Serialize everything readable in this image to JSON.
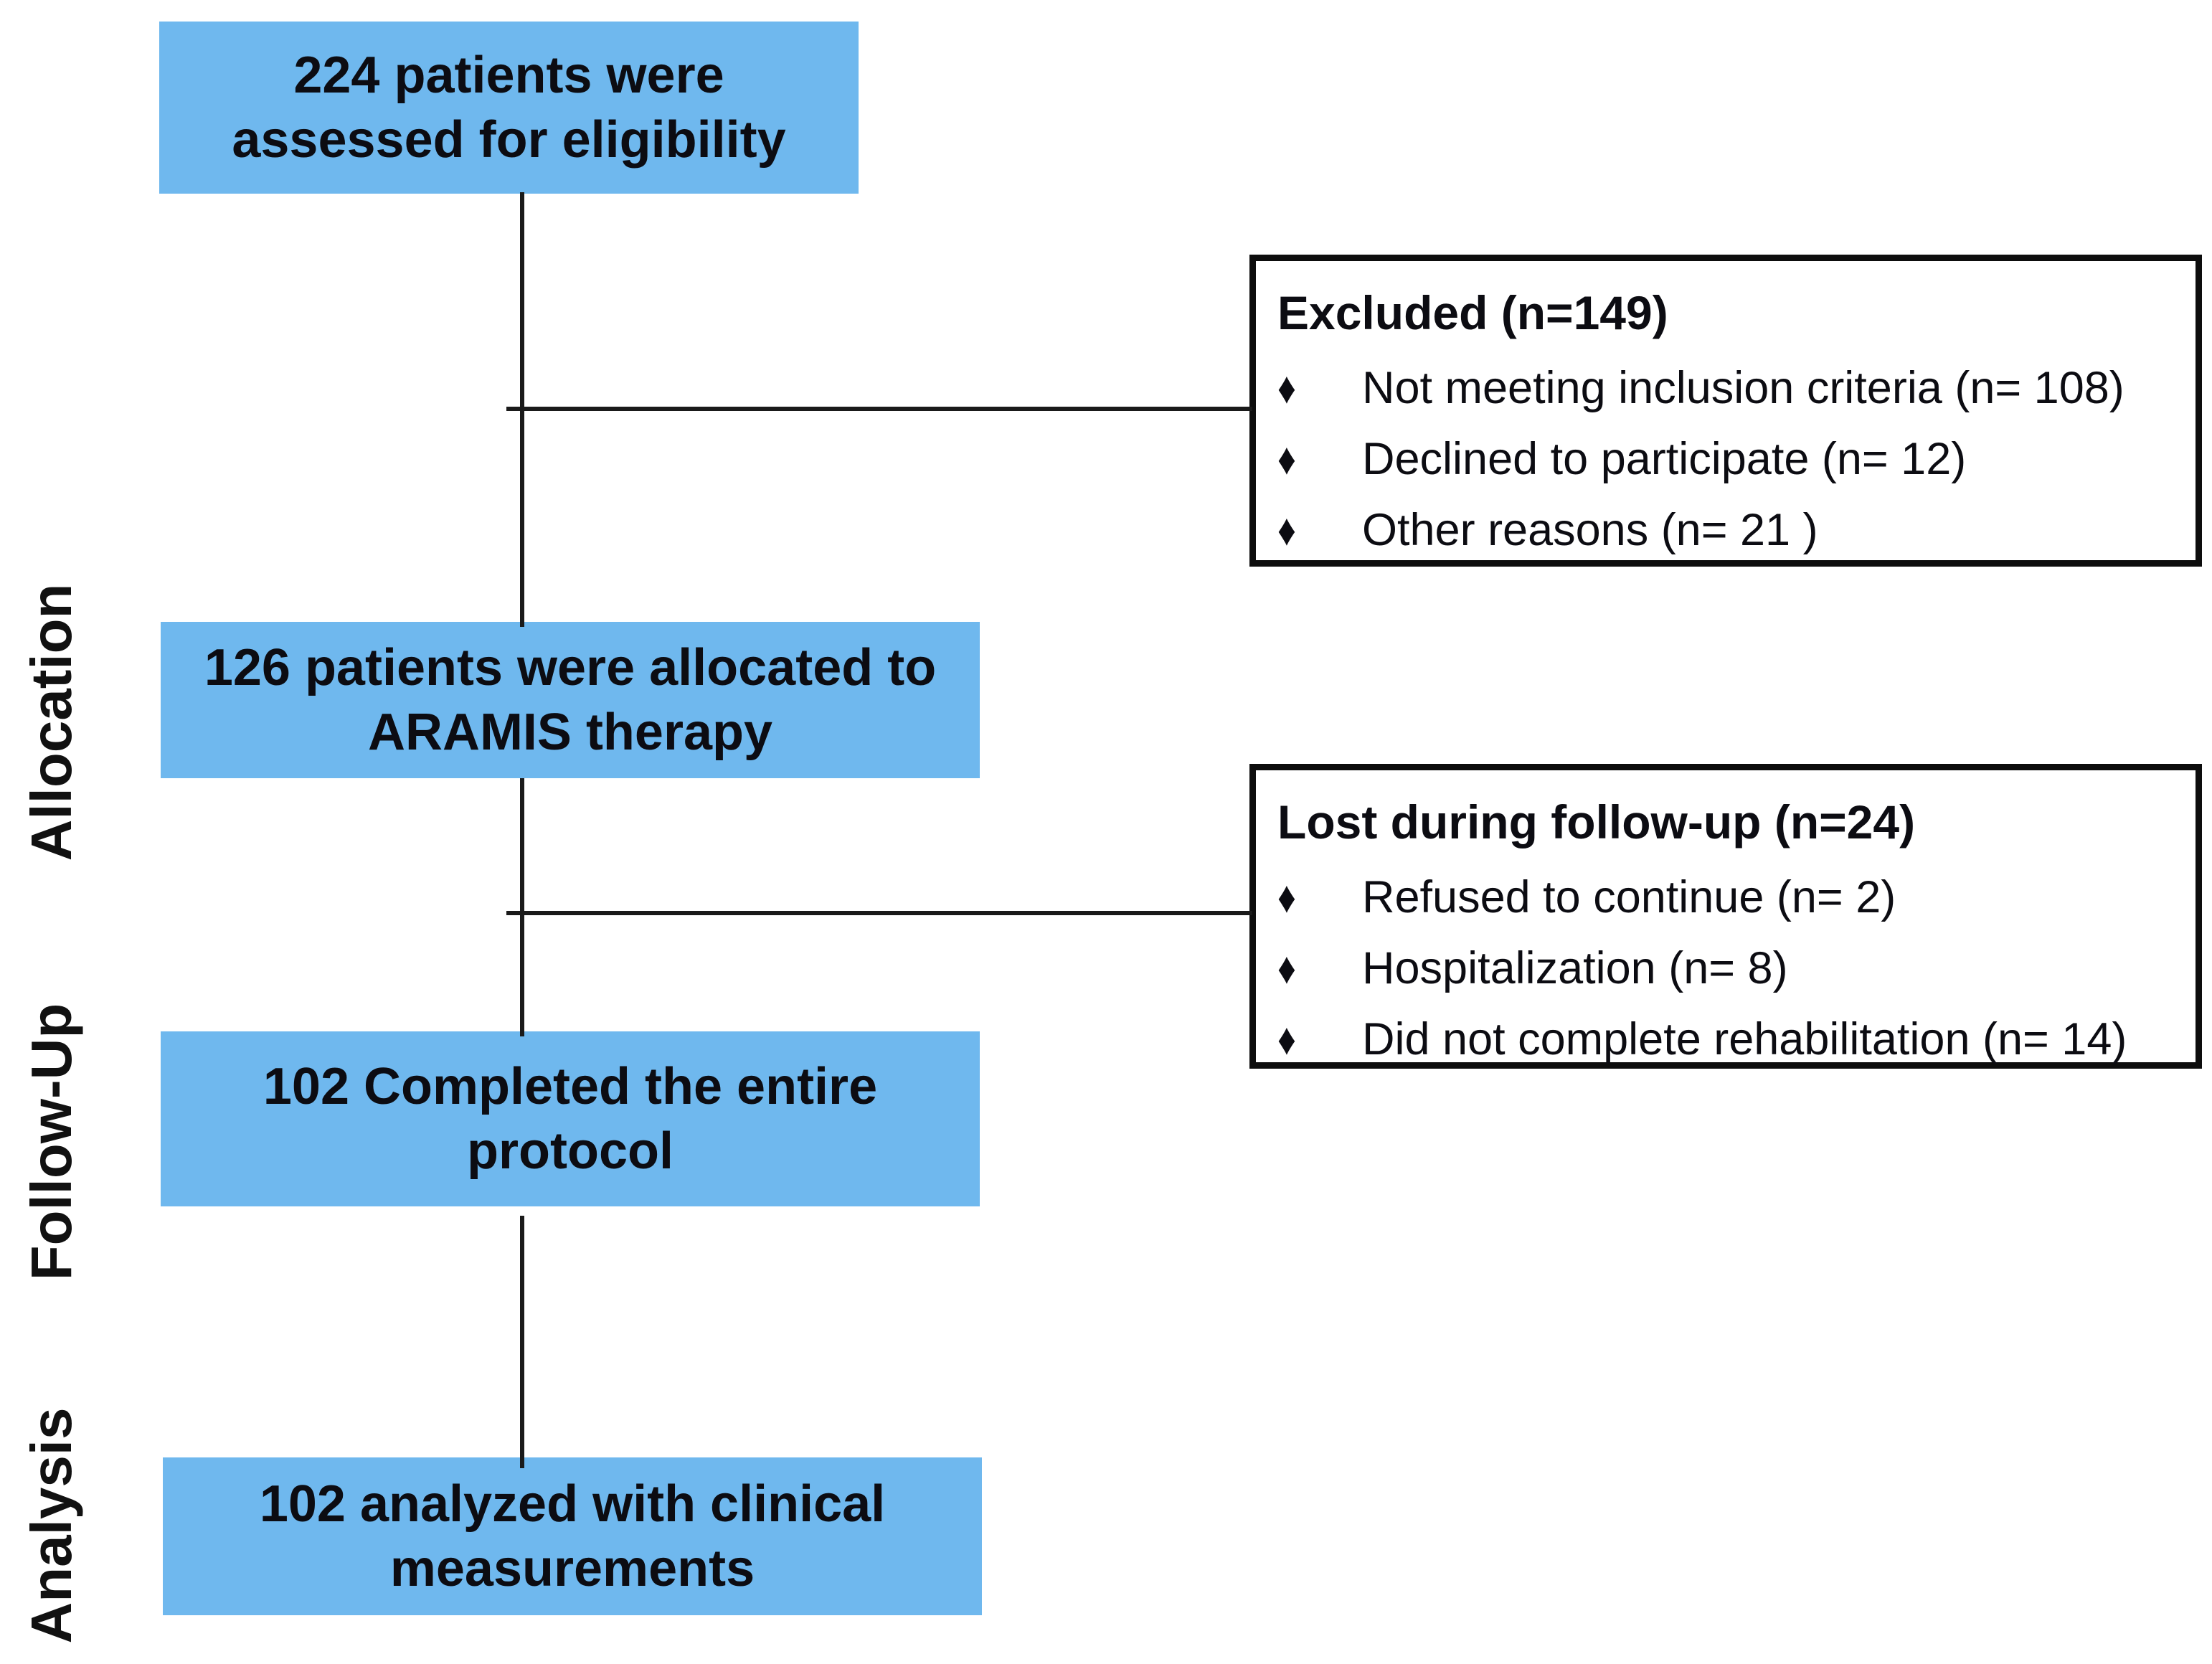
{
  "diagram": {
    "type": "consort-flow",
    "accent_color": "#6FB8EE",
    "line_color": "#1a1a1a",
    "bullet_char": "♦",
    "side_labels": {
      "allocation": "Allocation",
      "followup": "Follow-Up",
      "analysis": "Analysis"
    },
    "stages": {
      "eligibility": {
        "lines": [
          "224 patients were",
          "assessed for eligibility"
        ]
      },
      "allocation": {
        "lines": [
          "126 patients were allocated to",
          "ARAMIS therapy"
        ]
      },
      "followup": {
        "lines": [
          "102 Completed the entire",
          "protocol"
        ]
      },
      "analysis": {
        "lines": [
          "102 analyzed with clinical",
          "measurements"
        ]
      }
    },
    "excluded": {
      "title": "Excluded  (n=149)",
      "items": [
        "Not meeting inclusion criteria (n= 108)",
        "Declined to participate (n= 12)",
        "Other reasons (n= 21 )"
      ]
    },
    "lost": {
      "title": "Lost during follow-up  (n=24)",
      "items": [
        "Refused to continue (n= 2)",
        "Hospitalization (n= 8)",
        "Did not complete rehabilitation (n= 14)"
      ]
    }
  }
}
